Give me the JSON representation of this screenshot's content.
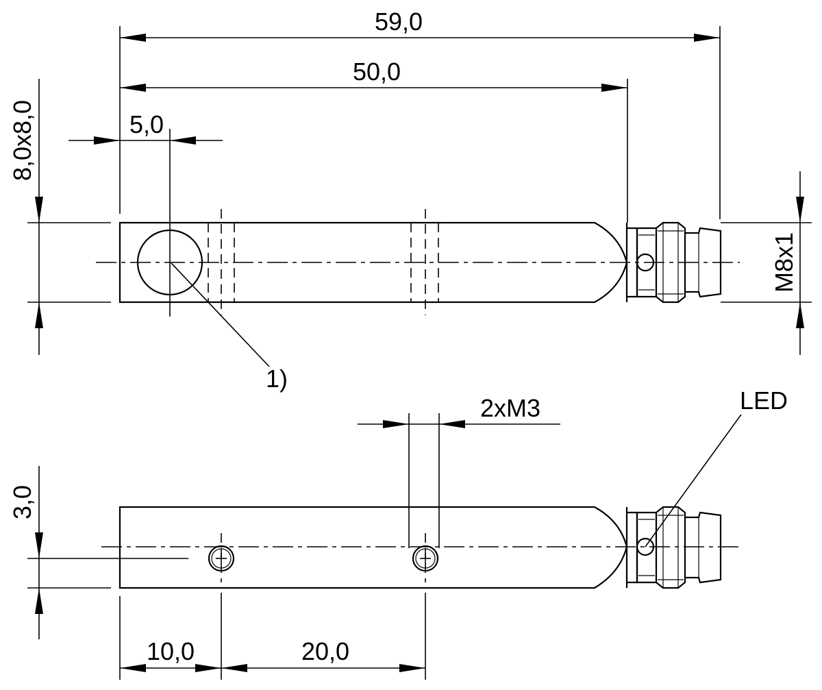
{
  "dimensions": {
    "overall_length": "59,0",
    "body_length": "50,0",
    "led_offset": "5,0",
    "cross_section": "8,0x8,0",
    "thread": "M8x1",
    "hole_offset": "10,0",
    "hole_spacing": "20,0",
    "hole_height": "3,0",
    "mount_thread": "2xM3"
  },
  "callouts": {
    "note_1": "1)",
    "led": "LED"
  }
}
